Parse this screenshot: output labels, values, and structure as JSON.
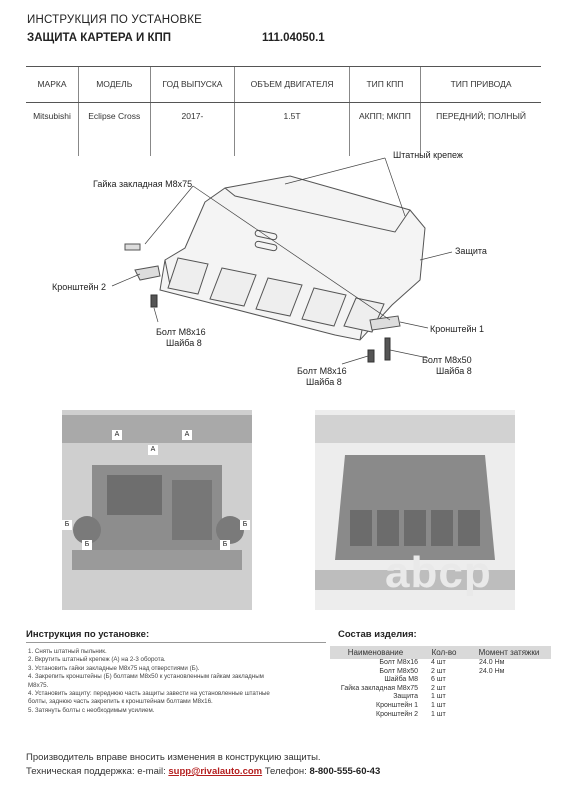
{
  "header": {
    "line1": "ИНСТРУКЦИЯ ПО УСТАНОВКЕ",
    "line2": "ЗАЩИТА КАРТЕРА И КПП",
    "code": "111.04050.1"
  },
  "spec_table": {
    "headers": [
      "МАРКА",
      "МОДЕЛЬ",
      "ГОД ВЫПУСКА",
      "ОБЪЕМ ДВИГАТЕЛЯ",
      "ТИП КПП",
      "ТИП ПРИВОДА"
    ],
    "row": [
      "Mitsubishi",
      "Eclipse Cross",
      "2017-",
      "1.5T",
      "АКПП; МКПП",
      "ПЕРЕДНИЙ; ПОЛНЫЙ"
    ]
  },
  "diagram": {
    "labels": {
      "stock_fastener": "Штатный крепеж",
      "insert_nut": "Гайка закладная М8х75",
      "guard": "Защита",
      "bracket2": "Кронштейн 2",
      "bracket1": "Кронштейн 1",
      "bolt_left_1": "Болт М8х16",
      "washer_left": "Шайба 8",
      "bolt_mid_1": "Болт М8х16",
      "washer_mid": "Шайба 8",
      "bolt_m8x50": "Болт М8х50",
      "washer_right": "Шайба 8"
    }
  },
  "photos": {
    "markers": [
      "A",
      "A",
      "A",
      "Б",
      "Б",
      "Б",
      "Б"
    ]
  },
  "watermark": "abcp",
  "instructions": {
    "title": "Инструкция по установке:",
    "steps": [
      "1. Снять штатный пыльник.",
      "2. Вкрутить штатный крепеж (А) на 2-3 оборота.",
      "3. Установить гайки закладные М8х75 над отверстиями (Б).",
      "4. Закрепить кронштейны (Б) болтами М8х50 к установленным гайкам закладным",
      "   М8х75.",
      "4. Установить защиту: переднюю часть защиты завести на установленные штатные",
      "   болты, заднюю часть закрепить к кронштейнам болтами М8х16.",
      "5. Затянуть болты с необходимым усилием."
    ]
  },
  "parts": {
    "title": "Состав изделия:",
    "headers": [
      "Наименование",
      "Кол-во",
      "Момент затяжки"
    ],
    "rows": [
      {
        "name": "Болт М8х16",
        "qty": "4 шт",
        "torque": "24.0 Нм"
      },
      {
        "name": "Болт М8х50",
        "qty": "2 шт",
        "torque": "24.0 Нм"
      },
      {
        "name": "Шайба М8",
        "qty": "6 шт",
        "torque": ""
      },
      {
        "name": "Гайка закладная М8х75",
        "qty": "2 шт",
        "torque": ""
      },
      {
        "name": "Защита",
        "qty": "1 шт",
        "torque": ""
      },
      {
        "name": "Кронштейн 1",
        "qty": "1 шт",
        "torque": ""
      },
      {
        "name": "Кронштейн 2",
        "qty": "1 шт",
        "torque": ""
      }
    ]
  },
  "footer": {
    "line1": "Производитель вправе вносить изменения в конструкцию защиты.",
    "support_label": "Техническая поддержка:  e-mail:",
    "email": "supp@rivalauto.com",
    "phone_label": "Телефон:",
    "phone": "8-800-555-60-43"
  }
}
